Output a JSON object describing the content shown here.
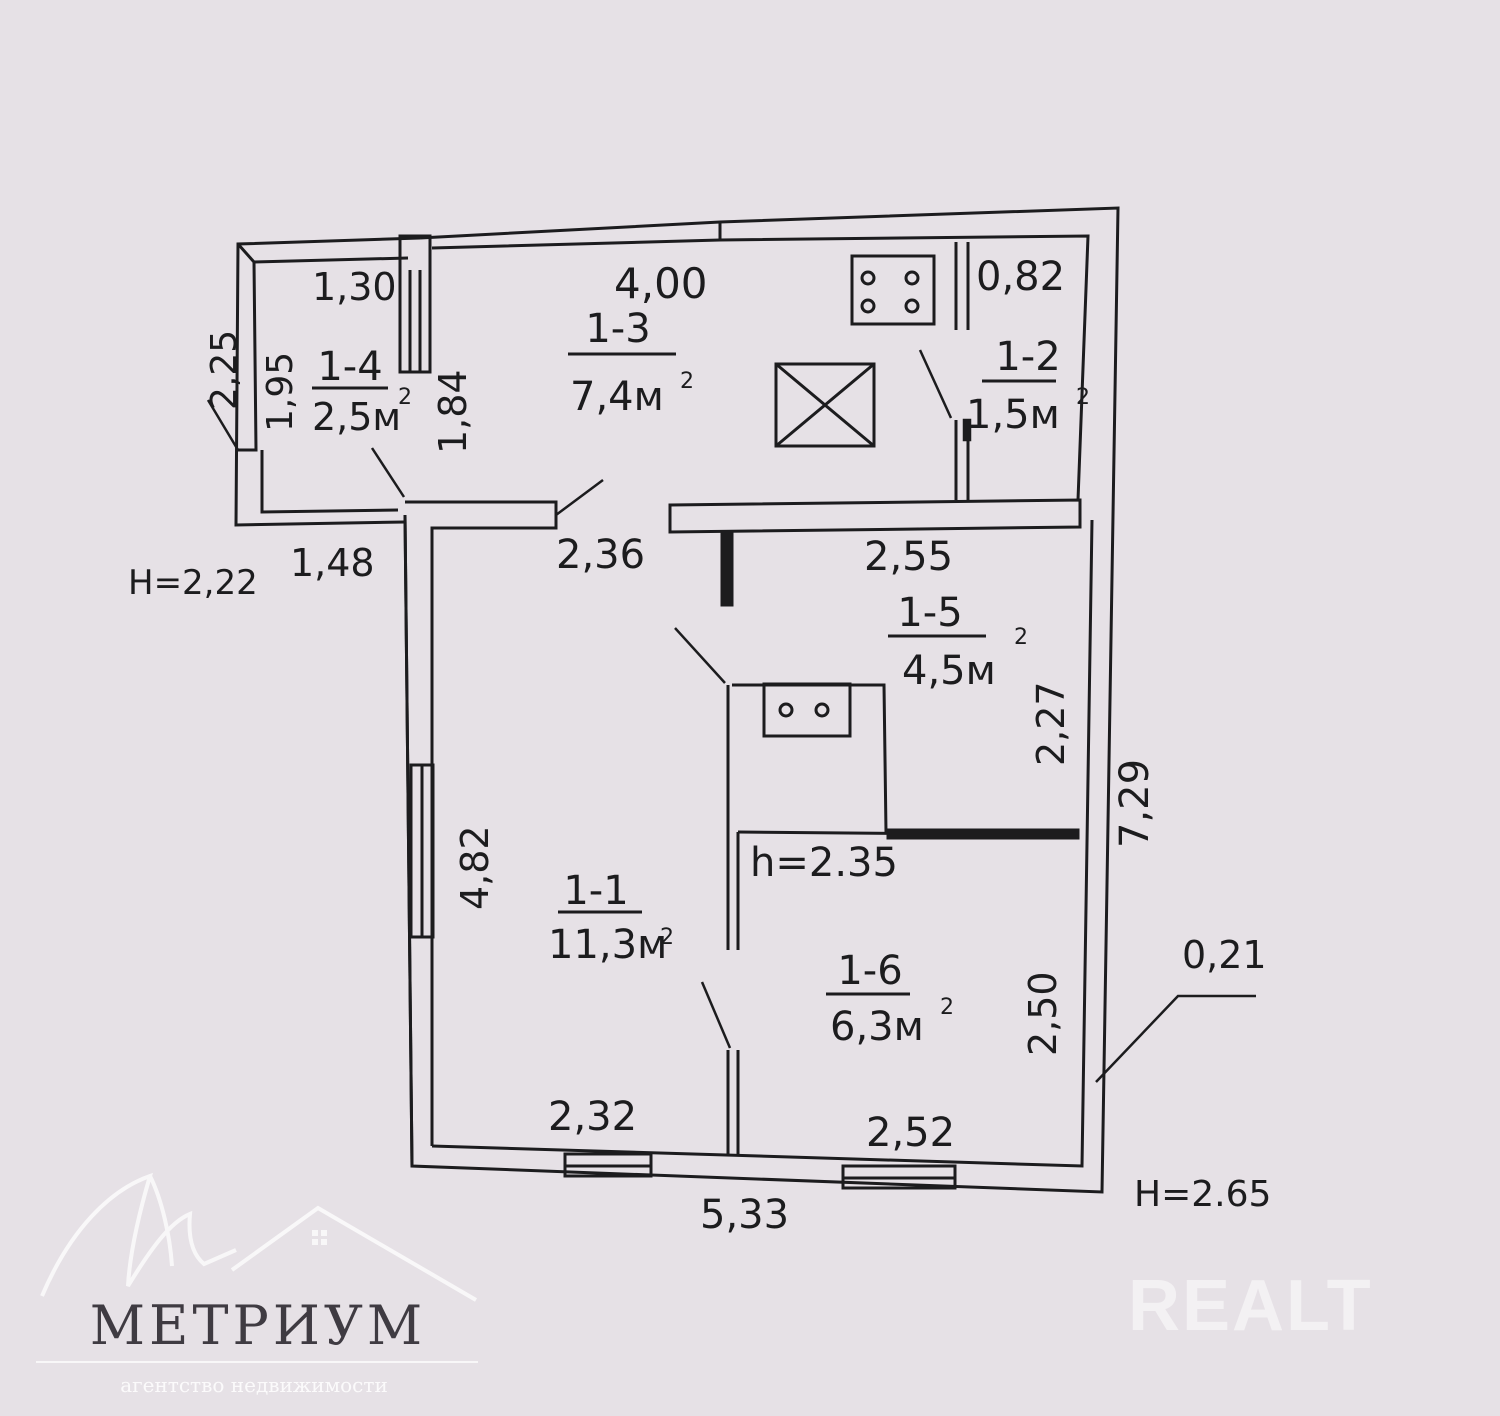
{
  "plan": {
    "rooms": [
      {
        "id": "1-1",
        "area": "11,3м",
        "sup": "2"
      },
      {
        "id": "1-2",
        "area": "1,5м",
        "sup": "2"
      },
      {
        "id": "1-3",
        "area": "7,4м",
        "sup": "2"
      },
      {
        "id": "1-4",
        "area": "2,5м",
        "sup": "2"
      },
      {
        "id": "1-5",
        "area": "4,5м",
        "sup": "2"
      },
      {
        "id": "1-6",
        "area": "6,3м",
        "sup": "2"
      }
    ],
    "dims": {
      "d_130": "1,30",
      "d_400": "4,00",
      "d_082": "0,82",
      "d_225": "2,25",
      "d_195": "1,95",
      "d_184": "1,84",
      "d_148": "1,48",
      "d_236": "2,36",
      "d_255": "2,55",
      "d_227": "2,27",
      "d_729": "7,29",
      "d_482": "4,82",
      "d_250": "2,50",
      "d_021": "0,21",
      "d_232": "2,32",
      "d_252": "2,52",
      "d_533": "5,33"
    },
    "heights": {
      "h_main": "H=2.65",
      "h_porch": "H=2,22",
      "h_inner": "h=2.35"
    }
  },
  "watermarks": {
    "metrium_name": "МЕТРИУМ",
    "metrium_sub": "агентство недвижимости",
    "realt": "REALT"
  },
  "colors": {
    "paper": "#e6e1e6",
    "ink": "#1c1c1e",
    "watermark": "#ffffff"
  }
}
